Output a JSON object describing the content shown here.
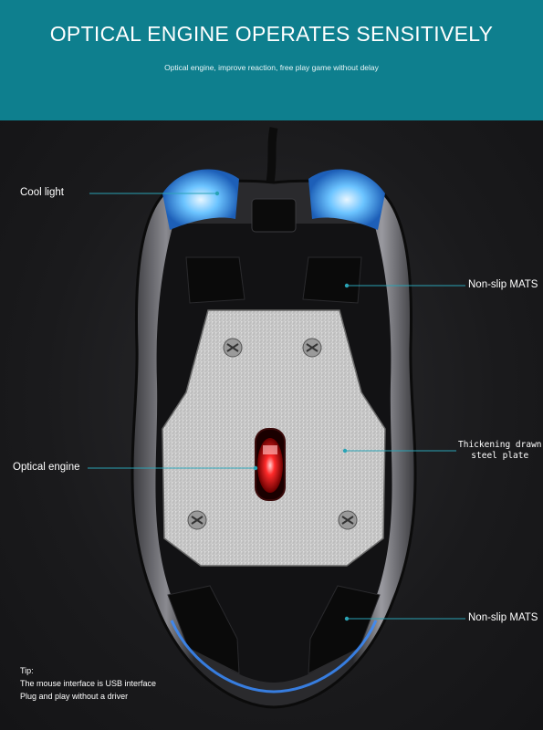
{
  "banner": {
    "title": "OPTICAL ENGINE OPERATES SENSITIVELY",
    "subtitle": "Optical engine, improve reaction, free play game without delay"
  },
  "callouts": {
    "cool_light": "Cool light",
    "non_slip_top": "Non-slip MATS",
    "steel_plate_line1": "Thickening drawn",
    "steel_plate_line2": "steel plate",
    "optical_engine": "Optical engine",
    "non_slip_bottom": "Non-slip MATS"
  },
  "tip": {
    "heading": "Tip:",
    "line1": "The mouse interface is USB interface",
    "line2": "Plug and play without a driver"
  },
  "colors": {
    "banner": "#0e7f8e",
    "callout_line": "#2aa3b5",
    "glow_blue": "#4fb4ff",
    "sensor_red": "#ff1a1a"
  }
}
